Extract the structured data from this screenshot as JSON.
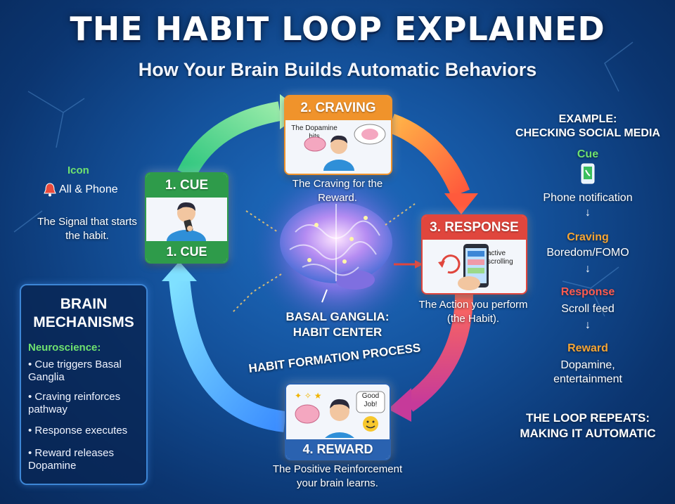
{
  "title": "THE HABIT LOOP EXPLAINED",
  "subtitle": "How Your Brain Builds Automatic Behaviors",
  "left_top": {
    "icon_label": "Icon",
    "icon_caption": "All & Phone",
    "signal_text": "The Signal that starts the habit."
  },
  "cue_card": {
    "header": "1. CUE",
    "footer": "1. CUE"
  },
  "craving_card": {
    "header": "2. CRAVING",
    "bubble_text": "The Dopamine hits",
    "caption": "The Craving for the Reward."
  },
  "response_card": {
    "header": "3. RESPONSE",
    "screen_text": "active scrolling",
    "caption": "The Action you perform (the Habit)."
  },
  "reward_card": {
    "bubble_text": "Good Job!",
    "footer": "4. REWARD",
    "caption_line1": "The Positive Reinforcement",
    "caption_line2": "your brain learns."
  },
  "center": {
    "brain_label_line1": "BASAL GANGLIA:",
    "brain_label_line2": "HABIT CENTER",
    "process_label": "HABIT FORMATION PROCESS"
  },
  "brain_mechanisms": {
    "title_line1": "BRAIN",
    "title_line2": "MECHANISMS",
    "subtitle": "Neuroscience:",
    "items": [
      "• Cue triggers Basal Ganglia",
      "• Craving reinforces pathway",
      "• Response executes",
      "• Reward releases Dopamine"
    ]
  },
  "example": {
    "title_line1": "EXAMPLE:",
    "title_line2": "CHECKING SOCIAL MEDIA",
    "cue_label": "Cue",
    "cue_text": "Phone notification",
    "craving_label": "Craving",
    "craving_text": "Boredom/FOMO",
    "response_label": "Response",
    "response_text": "Scroll feed",
    "reward_label": "Reward",
    "reward_text_line1": "Dopamine,",
    "reward_text_line2": "entertainment",
    "arrow": "↓",
    "repeat_line1": "THE LOOP REPEATS:",
    "repeat_line2": "MAKING IT AUTOMATIC"
  },
  "colors": {
    "cue": "#2e9b4a",
    "craving": "#f0932b",
    "response": "#e0463d",
    "reward": "#2a62b0",
    "green_text": "#6fe26f",
    "orange_text": "#f7a534",
    "red_text": "#ff5b50"
  },
  "icons": [
    "bell-icon",
    "phone-icon",
    "brain-icon",
    "star-icon",
    "smiley-icon",
    "arrow-icon"
  ]
}
